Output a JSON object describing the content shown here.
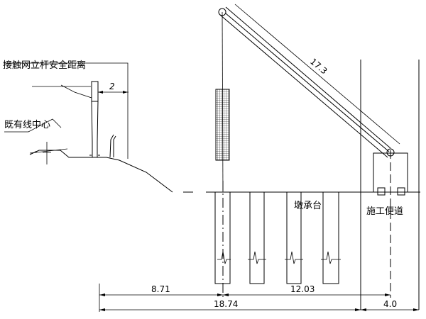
{
  "labels": {
    "catenary_clearance": "接触网立杆安全距离",
    "existing_line_center": "既有线中心",
    "pier_cap": "墩承台",
    "construction_road": "施工便道",
    "clearance_value": "2"
  },
  "dimensions": {
    "boom_length": "17.3",
    "left_span": "8.71",
    "right_span": "12.03",
    "total_span": "18.74",
    "road_width": "4.0"
  }
}
